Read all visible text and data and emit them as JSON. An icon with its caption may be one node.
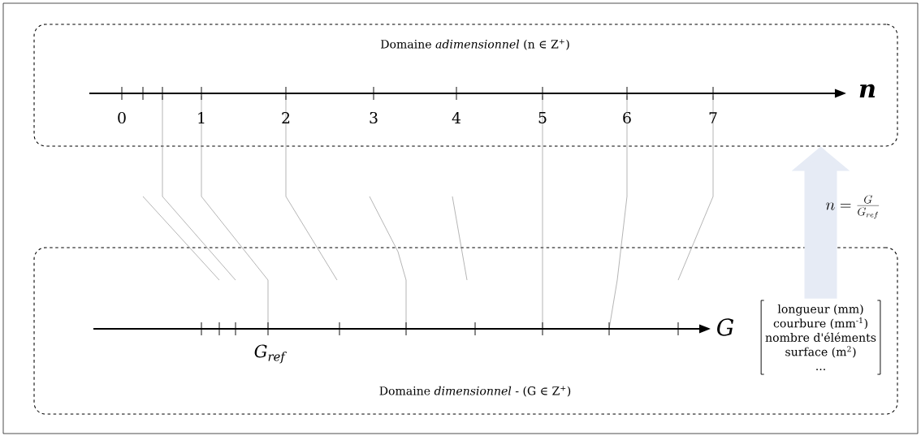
{
  "diagram": {
    "nodes": [
      {
        "text": [
          "Domaine *adimensionnel* (n ∈ Z$^{+}$)"
        ]
      },
      {
        "text": [
          "Domaine *dimensionnel* - (G ∈ Z$^{+}$)"
        ]
      },
      {
        "text": [
          "longueur (mm)",
          "courbure (mm$^{-1}$)",
          "nombre d'éléments",
          "surface (m$^{2}$)",
          "..."
        ],
        "in": 1
      }
    ],
    "edges": [
      {
        "from": 2,
        "to": 0,
        "arrow": "to",
        "label": "n = \\frac{G}{G_{ref}}"
      }
    ],
    "labels": [
      "0",
      "1",
      "2",
      "3",
      "4",
      "5",
      "6",
      "7",
      "n",
      "G",
      "G$_{ref}$"
    ]
  }
}
